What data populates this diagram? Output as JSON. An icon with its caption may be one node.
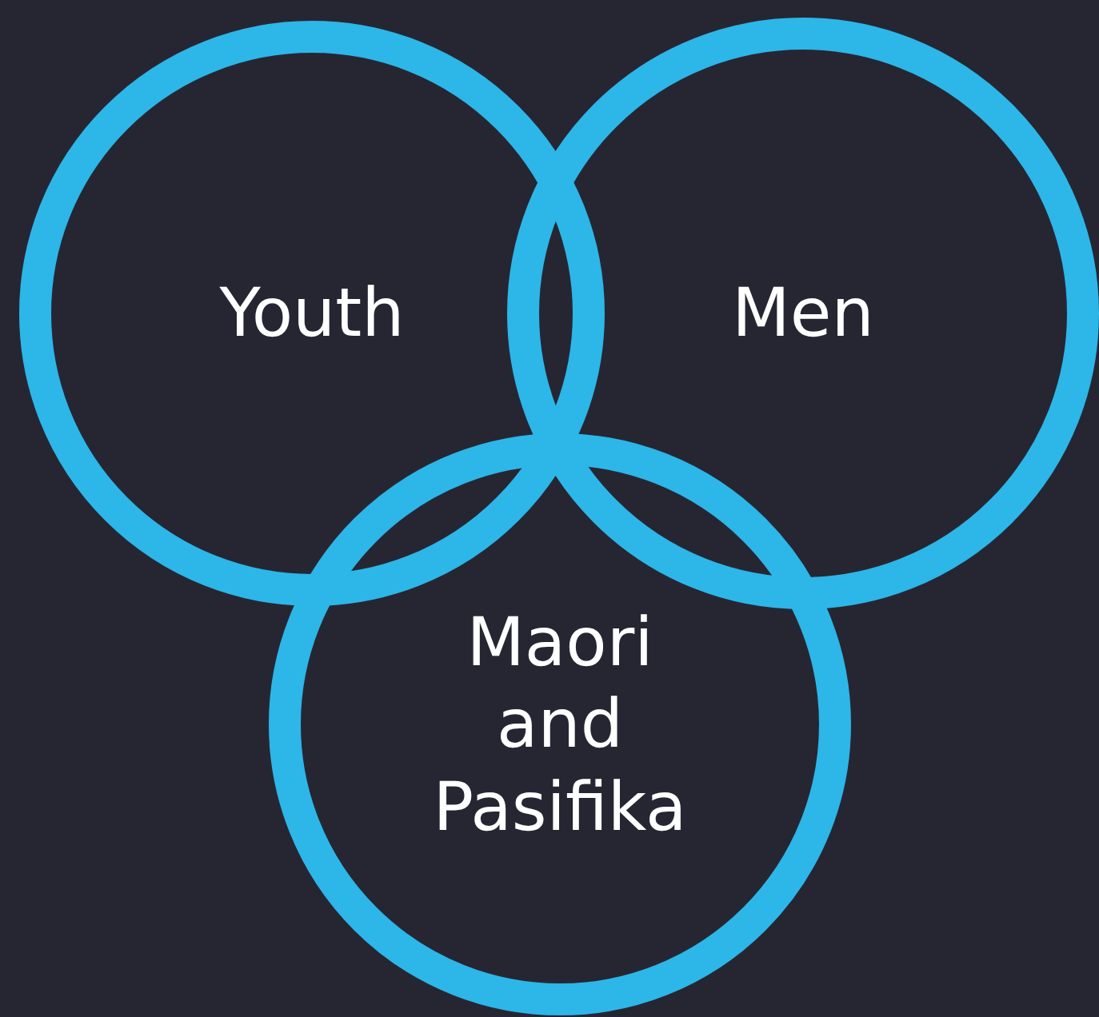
{
  "diagram": {
    "nodes": [
      {
        "text": [
          "Youth"
        ]
      },
      {
        "text": [
          "Men"
        ]
      },
      {
        "text": [
          "Maori and Pasifika"
        ]
      }
    ]
  }
}
